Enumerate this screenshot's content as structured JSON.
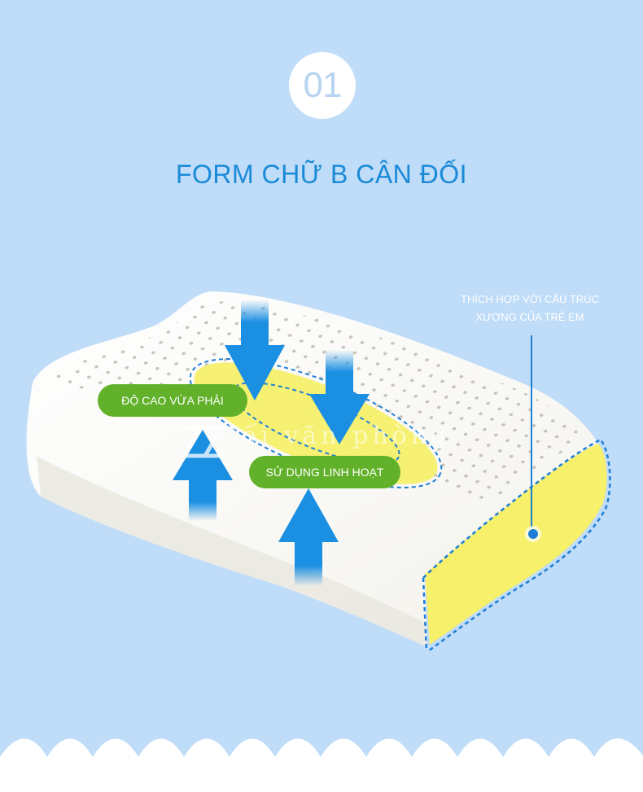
{
  "badge": {
    "number": "01"
  },
  "title": "FORM CHỮ B CÂN ĐỐI",
  "annotation": {
    "line1": "THÍCH HỢP VỚI CẤU TRÚC",
    "line2": "XƯƠNG CỦA TRẺ EM"
  },
  "labels": {
    "height": "ĐỘ CAO VỪA PHẢI",
    "usage": "SỬ DỤNG LINH HOẠT"
  },
  "watermark": {
    "text": "Gối văn phòng"
  },
  "colors": {
    "background": "#bfdcf8",
    "title": "#1a8ad8",
    "pill": "#62b12a",
    "arrow": "#1b8fe2",
    "foam_highlight": "#f6f06a",
    "dashed_outline": "#1f7fd6"
  },
  "icons": [
    "down-arrow-icon",
    "up-arrow-icon",
    "watermark-logo-icon"
  ]
}
